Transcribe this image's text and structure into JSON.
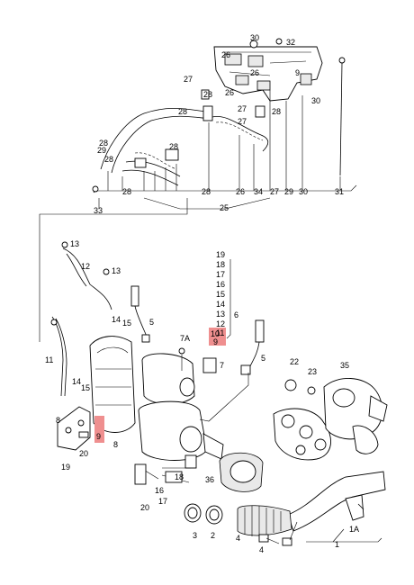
{
  "labels": {
    "top": [
      "30",
      "32",
      "26",
      "26",
      "27",
      "28",
      "26",
      "27",
      "28",
      "27",
      "28",
      "30",
      "9",
      "28",
      "29",
      "28",
      "28",
      "28",
      "28",
      "26",
      "34",
      "27",
      "29",
      "30",
      "31",
      "25",
      "33"
    ],
    "column": [
      "19",
      "18",
      "17",
      "16",
      "15",
      "14",
      "13",
      "12",
      "6",
      "11",
      "10",
      "9"
    ],
    "left": [
      "13",
      "12",
      "13",
      "5",
      "14",
      "15",
      "11",
      "14",
      "15",
      "8",
      "20",
      "19",
      "9",
      "7A",
      "7",
      "5",
      "8",
      "16",
      "18",
      "17",
      "20"
    ],
    "right": [
      "22",
      "23",
      "35",
      "36",
      "3",
      "2",
      "4",
      "4",
      "1",
      "1A"
    ]
  },
  "highlight_color": "#ef8f8f"
}
